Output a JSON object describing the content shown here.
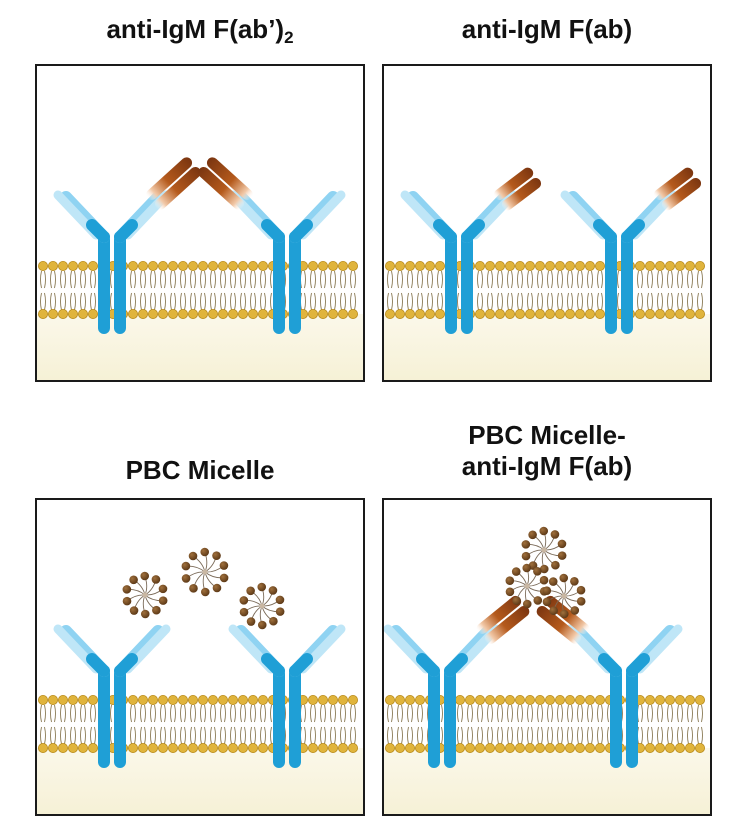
{
  "panels": [
    {
      "title": "anti-IgM F(ab’)",
      "subscript": "2"
    },
    {
      "title": "anti-IgM F(ab)"
    },
    {
      "title": "PBC Micelle"
    },
    {
      "title_line1": "PBC Micelle-",
      "title_line2": "anti-IgM F(ab)"
    }
  ],
  "colors": {
    "receptor": "#1f9fd6",
    "receptor_light": "#8fd3f2",
    "fab": "#b55a1c",
    "lipid_head": "#e0b43c",
    "cytoplasm": "#f6f1d6",
    "micelle_bead": "#5a3716"
  }
}
